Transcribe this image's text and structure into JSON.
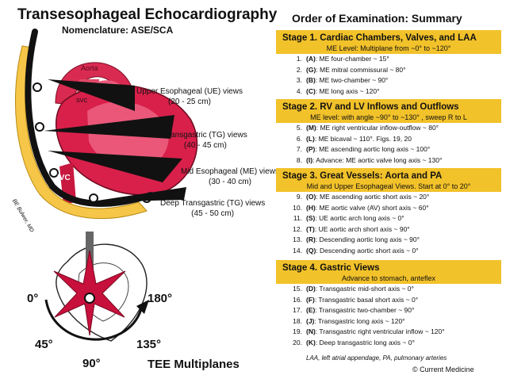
{
  "title": "Transesophageal Echocardiography",
  "subtitle": "Nomenclature: ASE/SCA",
  "anatomy": {
    "aorta_label": "Aorta",
    "svc_label": "SVC",
    "ivc_label": "IVC",
    "credit_vertical": "BE Bulwer, MD"
  },
  "probe_views": [
    {
      "name": "Upper Esophageal (UE) views",
      "range": "(20 - 25 cm)"
    },
    {
      "name": "Transgastric (TG) views",
      "range": "(40 - 45 cm)"
    },
    {
      "name": "Mid Esophageal (ME) views",
      "range": "(30 - 40 cm)"
    },
    {
      "name": "Deep Transgastric (TG) views",
      "range": "(45 - 50 cm)"
    }
  ],
  "multiplane": {
    "label": "TEE Multiplanes",
    "angles": {
      "a0": "0°",
      "a45": "45°",
      "a90": "90°",
      "a135": "135°",
      "a180": "180°"
    }
  },
  "summary": {
    "title": "Order of Examination: Summary",
    "stages": [
      {
        "title": "Stage 1. Cardiac Chambers, Valves, and LAA",
        "note": "ME Level: Multiplane from ~0° to ~120°",
        "items": [
          {
            "num": "1.",
            "code": "(A)",
            "text": ": ME four-chamber ~ 15°"
          },
          {
            "num": "2.",
            "code": "(G)",
            "text": ": ME mitral commissural ~ 80°"
          },
          {
            "num": "3.",
            "code": "(B)",
            "text": ": ME two-chamber ~ 90°"
          },
          {
            "num": "4.",
            "code": "(C)",
            "text": ": ME long axis ~ 120°"
          }
        ]
      },
      {
        "title": "Stage 2. RV and LV Inflows and Outflows",
        "note": "ME level: with angle ~90° to ~130° , sweep R to L",
        "items": [
          {
            "num": "5.",
            "code": "(M)",
            "text": ": ME right ventricular inflow-outflow ~ 80°"
          },
          {
            "num": "6.",
            "code": "(L)",
            "text": ": ME bicaval ~ 110°. Figs. 19, 20"
          },
          {
            "num": "7.",
            "code": "(P)",
            "text": ": ME ascending aortic long axis ~ 100°"
          },
          {
            "num": "8.",
            "code": "(I)",
            "text": ": Advance: ME aortic valve long axis ~ 130°"
          }
        ]
      },
      {
        "title": "Stage 3. Great Vessels: Aorta and PA",
        "note": "Mid and Upper Esophageal Views. Start at 0° to 20°",
        "items": [
          {
            "num": "9.",
            "code": "(O)",
            "text": ": ME ascending aortic short axis ~ 20°"
          },
          {
            "num": "10.",
            "code": "(H)",
            "text": ": ME aortic valve (AV) short axis ~ 60°"
          },
          {
            "num": "11.",
            "code": "(S)",
            "text": ": UE aortic arch long axis ~ 0°"
          },
          {
            "num": "12.",
            "code": "(T)",
            "text": ": UE aortic arch short axis ~ 90°"
          },
          {
            "num": "13.",
            "code": "(R)",
            "text": ": Descending aortic long axis ~ 90°"
          },
          {
            "num": "14.",
            "code": "(Q)",
            "text": ": Descending aortic short axis ~ 0°"
          }
        ]
      },
      {
        "title": "Stage 4.  Gastric Views",
        "note": "Advance to stomach, anteflex",
        "items": [
          {
            "num": "15.",
            "code": "(D)",
            "text": ": Transgastric mid-short axis ~ 0°"
          },
          {
            "num": "16.",
            "code": "(F)",
            "text": ":  Transgastric basal short axis ~ 0°"
          },
          {
            "num": "17.",
            "code": "(E)",
            "text": ": Transgastric two-chamber ~ 90°"
          },
          {
            "num": "18.",
            "code": "(J)",
            "text": ":  Transgastric long axis ~ 120°"
          },
          {
            "num": "19.",
            "code": "(N)",
            "text": ": Transgastric right ventricular inflow ~ 120°"
          },
          {
            "num": "20.",
            "code": "(K)",
            "text": ": Deep transgastric long axis ~ 0°"
          }
        ]
      }
    ]
  },
  "footnote": "LAA, left atrial appendage, PA, pulmonary arteries",
  "credit": "© Current Medicine",
  "colors": {
    "stage_bar": "#f2c22a",
    "heart": "#d8204a",
    "star": "#c8103c",
    "probe": "#111111"
  }
}
